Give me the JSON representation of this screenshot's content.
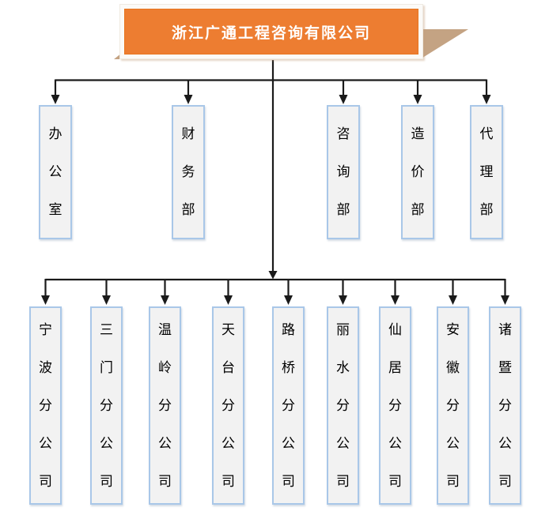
{
  "chart": {
    "title": "浙江广通工程咨询有限公司",
    "departments": [
      "办公室",
      "财务部",
      "咨询部",
      "造价部",
      "代理部"
    ],
    "branches": [
      "宁波分公司",
      "三门分公司",
      "温岭分公司",
      "天台分公司",
      "路桥分公司",
      "丽水分公司",
      "仙居分公司",
      "安徽分公司",
      "诸暨分公司"
    ]
  },
  "colors": {
    "title_fill": "#ED7D31",
    "title_text": "#FFFFFF",
    "ribbon_tan": "#C4A383",
    "node_fill": "#F2F2F2",
    "node_border": "#A9C7E8",
    "connector": "#1A1A1A",
    "background": "#FFFFFF"
  }
}
